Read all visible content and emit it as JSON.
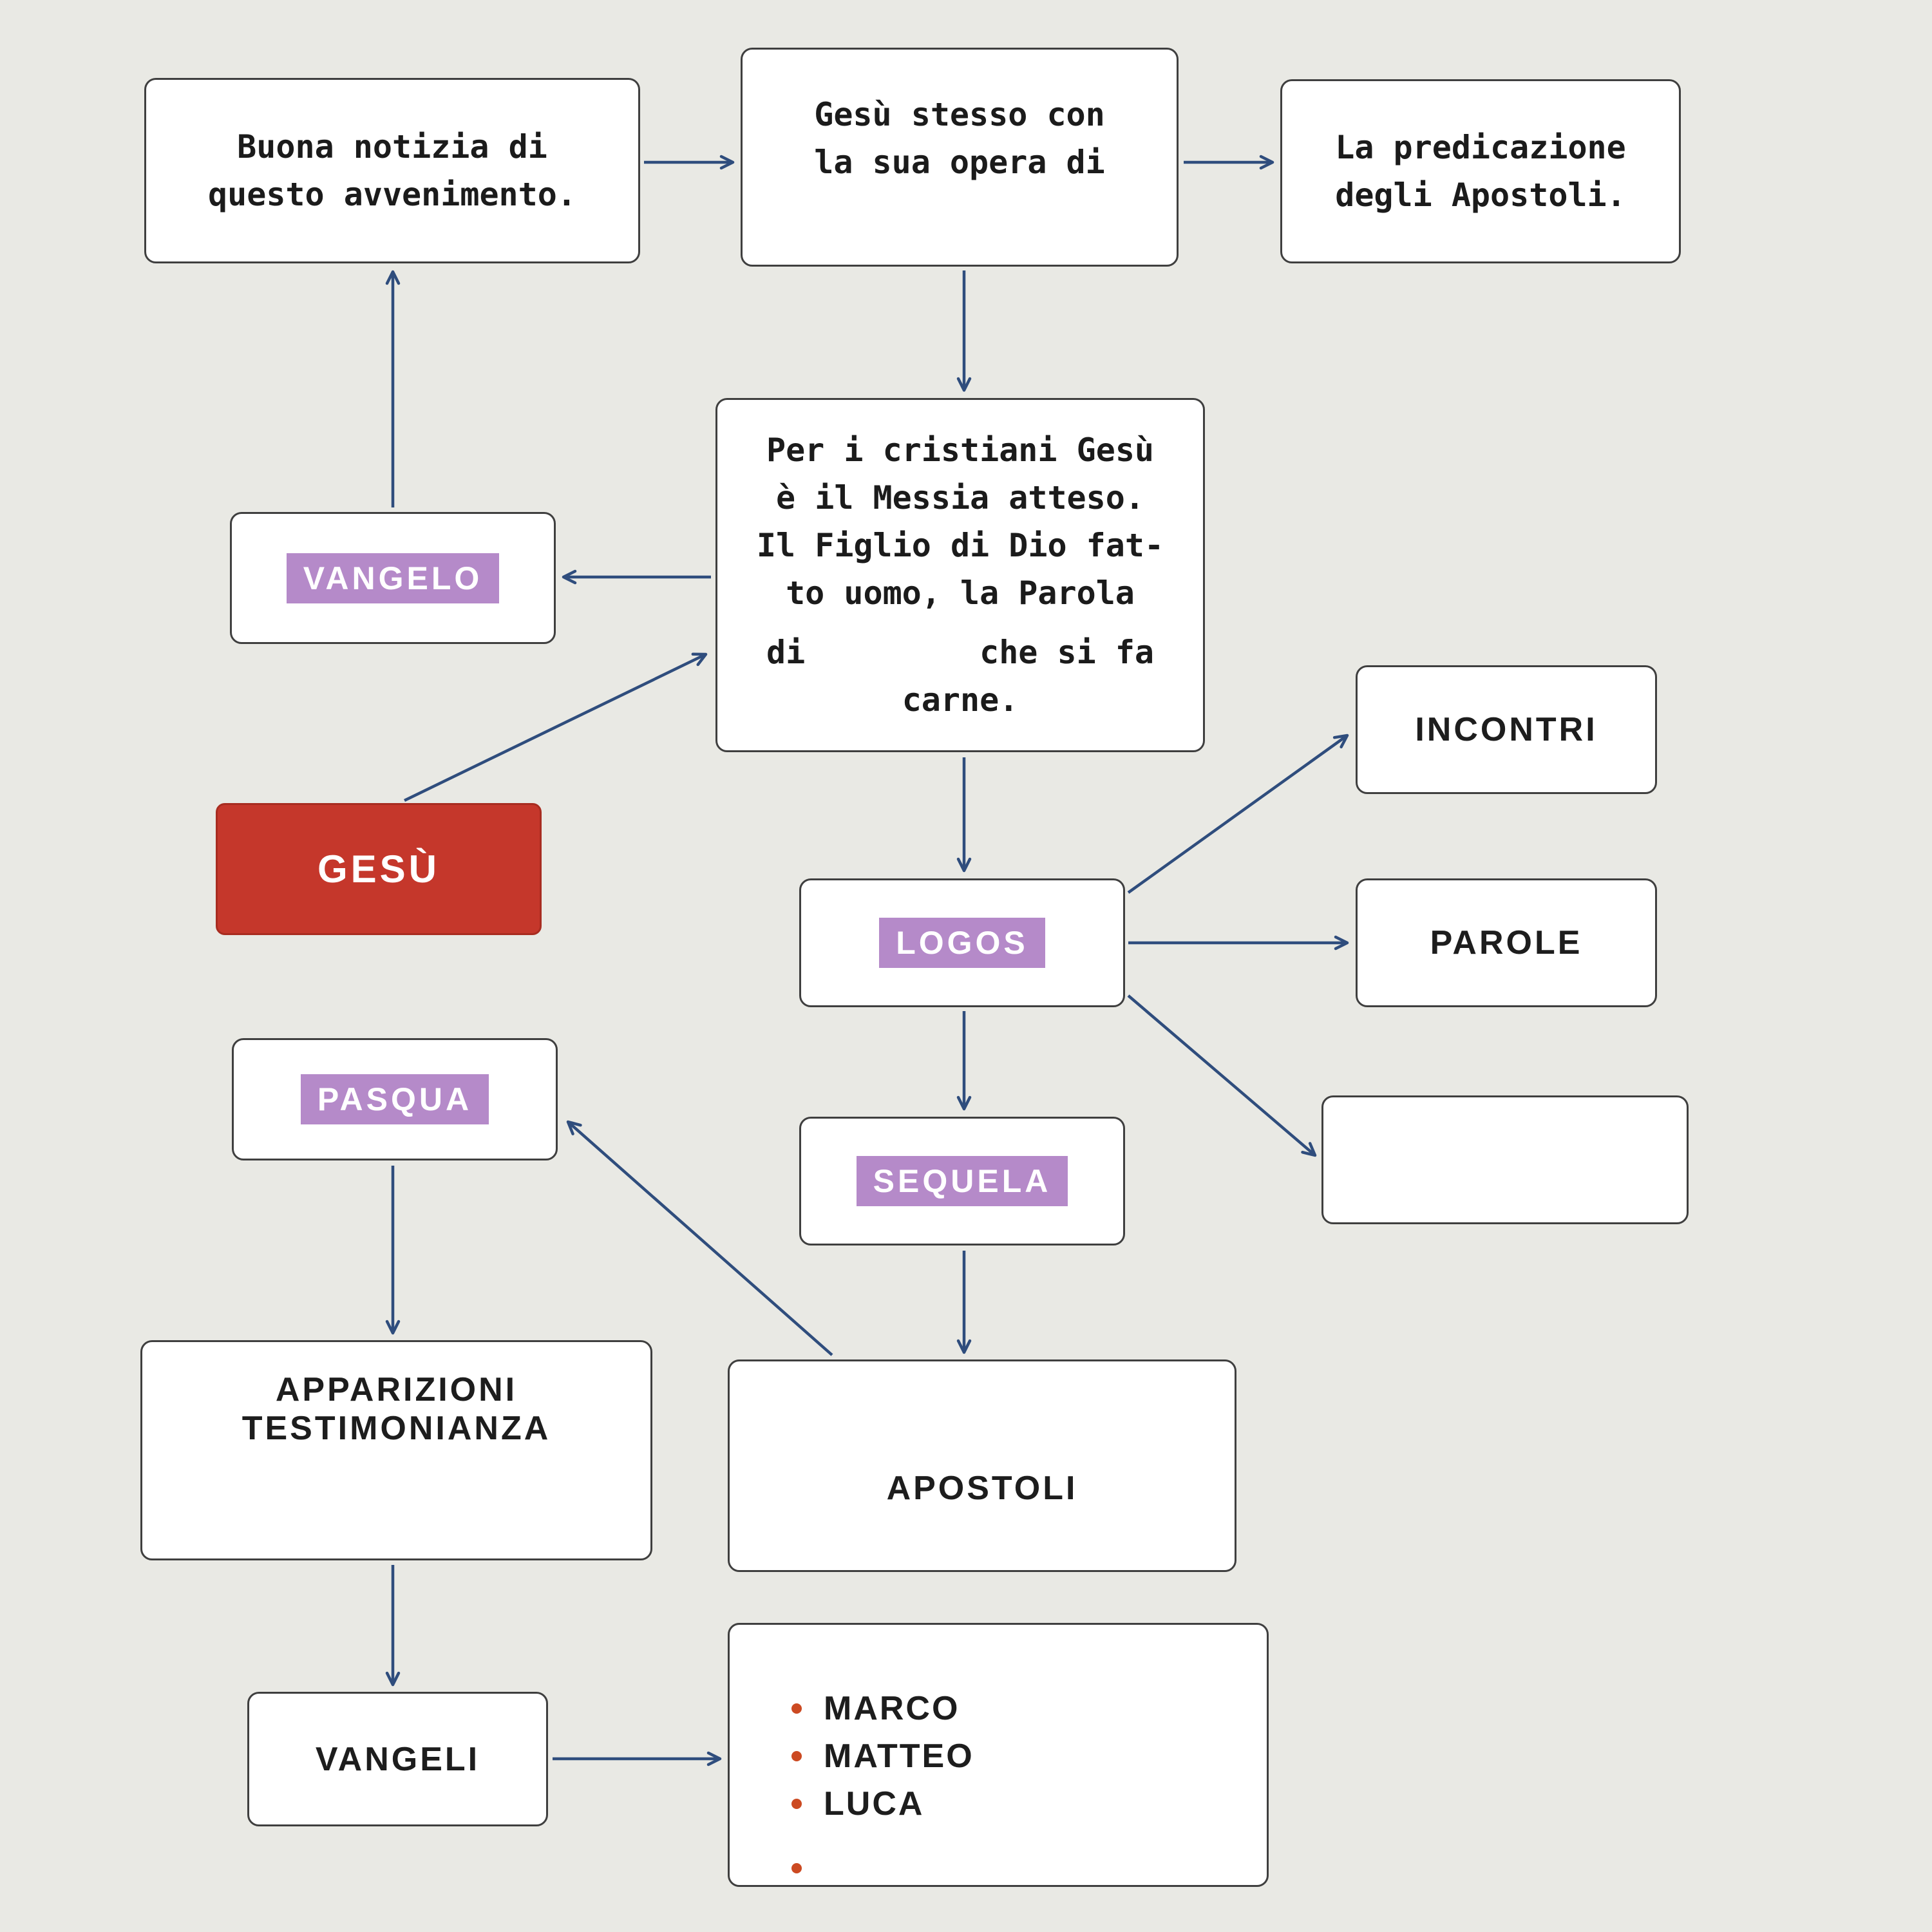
{
  "colors": {
    "background": "#e9e9e4",
    "arrow": "#2f4d7d",
    "highlight_purple": "#b58ac9",
    "gesu_red": "#c5372b",
    "bullet_orange": "#cc4a22"
  },
  "nodes": {
    "buona_notizia": {
      "lines": [
        "Buona notizia di",
        "questo avvenimento."
      ]
    },
    "gesu_opera": {
      "lines": [
        "Gesù stesso con",
        "la sua opera di"
      ]
    },
    "predicazione": {
      "lines": [
        "La predicazione",
        "degli Apostoli."
      ]
    },
    "messia": {
      "lines": [
        "Per i cristiani Gesù",
        "è il Messia atteso.",
        "Il Figlio di Dio fat-",
        "to uomo, la Parola",
        "di         che si fa",
        "carne."
      ]
    },
    "vangelo": {
      "label": "VANGELO"
    },
    "gesu": {
      "label": "GESÙ"
    },
    "logos": {
      "label": "LOGOS"
    },
    "incontri": {
      "label": "INCONTRI"
    },
    "parole": {
      "label": "PAROLE"
    },
    "empty_box": {
      "label": ""
    },
    "pasqua": {
      "label": "PASQUA"
    },
    "sequela": {
      "label": "SEQUELA"
    },
    "apparizioni": {
      "lines": [
        "APPARIZIONI",
        "TESTIMONIANZA"
      ]
    },
    "apostoli": {
      "label": "APOSTOLI"
    },
    "vangeli": {
      "label": "VANGELI"
    },
    "evangelisti": {
      "items": [
        "MARCO",
        "MATTEO",
        "LUCA",
        ""
      ]
    }
  }
}
